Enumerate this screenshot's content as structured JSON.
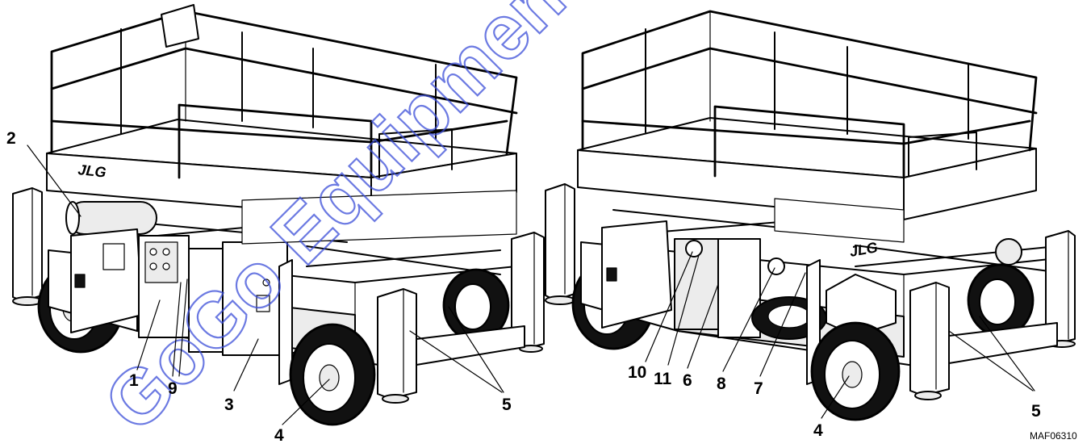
{
  "figure": {
    "id": "MAF06310",
    "watermark": "GoGo Equipment",
    "brand_mark": "JLG"
  },
  "callouts": {
    "left": [
      {
        "label": "1"
      },
      {
        "label": "2"
      },
      {
        "label": "3"
      },
      {
        "label": "4"
      },
      {
        "label": "5"
      },
      {
        "label": "9"
      }
    ],
    "right": [
      {
        "label": "4"
      },
      {
        "label": "5"
      },
      {
        "label": "6"
      },
      {
        "label": "7"
      },
      {
        "label": "8"
      },
      {
        "label": "10"
      },
      {
        "label": "11"
      }
    ]
  }
}
